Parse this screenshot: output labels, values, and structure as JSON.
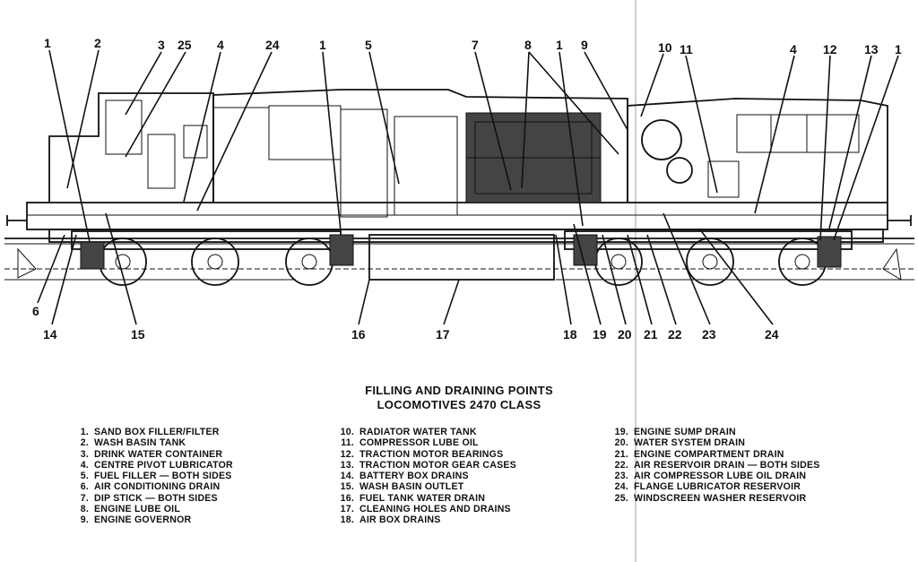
{
  "title": {
    "line1": "FILLING AND DRAINING POINTS",
    "line2": "LOCOMOTIVES 2470 CLASS"
  },
  "callouts_top": [
    "1",
    "2",
    "3",
    "25",
    "4",
    "24",
    "1",
    "5",
    "7",
    "8",
    "1",
    "9",
    "10",
    "11",
    "4",
    "12",
    "13",
    "1"
  ],
  "callouts_bottom": [
    "6",
    "14",
    "15",
    "16",
    "17",
    "18",
    "19",
    "20",
    "21",
    "22",
    "23",
    "24"
  ],
  "legend": {
    "col1": [
      {
        "num": "1.",
        "text": "SAND BOX FILLER/FILTER"
      },
      {
        "num": "2.",
        "text": "WASH BASIN TANK"
      },
      {
        "num": "3.",
        "text": "DRINK WATER CONTAINER"
      },
      {
        "num": "4.",
        "text": "CENTRE PIVOT LUBRICATOR"
      },
      {
        "num": "5.",
        "text": "FUEL FILLER — BOTH SIDES"
      },
      {
        "num": "6.",
        "text": "AIR CONDITIONING DRAIN"
      },
      {
        "num": "7.",
        "text": "DIP STICK — BOTH SIDES"
      },
      {
        "num": "8.",
        "text": "ENGINE LUBE OIL"
      },
      {
        "num": "9.",
        "text": "ENGINE GOVERNOR"
      }
    ],
    "col2": [
      {
        "num": "10.",
        "text": "RADIATOR WATER TANK"
      },
      {
        "num": "11.",
        "text": "COMPRESSOR LUBE OIL"
      },
      {
        "num": "12.",
        "text": "TRACTION MOTOR BEARINGS"
      },
      {
        "num": "13.",
        "text": "TRACTION MOTOR GEAR CASES"
      },
      {
        "num": "14.",
        "text": "BATTERY BOX DRAINS"
      },
      {
        "num": "15.",
        "text": "WASH BASIN OUTLET"
      },
      {
        "num": "16.",
        "text": "FUEL TANK WATER DRAIN"
      },
      {
        "num": "17.",
        "text": "CLEANING HOLES AND DRAINS"
      },
      {
        "num": "18.",
        "text": "AIR BOX DRAINS"
      }
    ],
    "col3": [
      {
        "num": "19.",
        "text": "ENGINE SUMP DRAIN"
      },
      {
        "num": "20.",
        "text": "WATER SYSTEM DRAIN"
      },
      {
        "num": "21.",
        "text": "ENGINE COMPARTMENT DRAIN"
      },
      {
        "num": "22.",
        "text": "AIR RESERVOIR DRAIN — BOTH SIDES"
      },
      {
        "num": "23.",
        "text": "AIR COMPRESSOR LUBE OIL DRAIN"
      },
      {
        "num": "24.",
        "text": "FLANGE LUBRICATOR RESERVOIR"
      },
      {
        "num": "25.",
        "text": "WINDSCREEN WASHER RESERVOIR"
      }
    ]
  }
}
